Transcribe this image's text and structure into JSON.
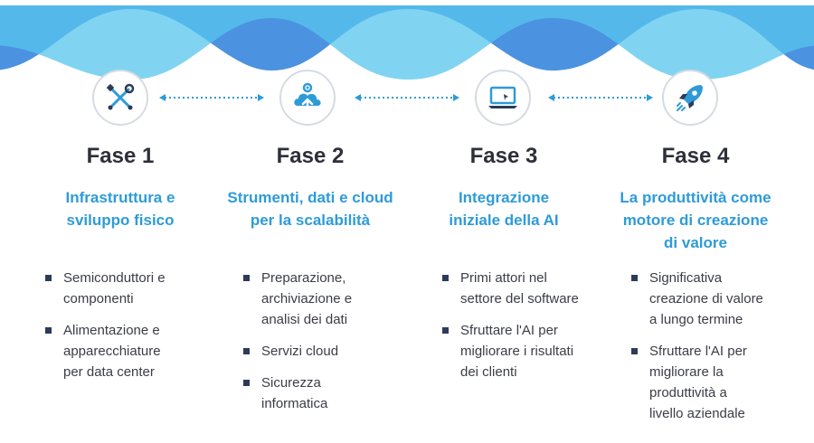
{
  "phases": [
    {
      "icon": "tools-icon",
      "title": "Fase 1",
      "subtitle_lines": [
        "Infrastruttura e",
        "sviluppo fisico"
      ],
      "bullets": [
        [
          "Semiconduttori e",
          "componenti"
        ],
        [
          "Alimentazione e",
          "apparecchiature",
          "per data center"
        ]
      ]
    },
    {
      "icon": "cloud-upload-gear-icon",
      "title": "Fase 2",
      "subtitle_lines": [
        "Strumenti, dati e cloud",
        "per la scalabilità"
      ],
      "bullets": [
        [
          "Preparazione,",
          "archiviazione e",
          "analisi dei dati"
        ],
        [
          "Servizi cloud"
        ],
        [
          "Sicurezza",
          "informatica"
        ]
      ]
    },
    {
      "icon": "laptop-icon",
      "title": "Fase 3",
      "subtitle_lines": [
        "Integrazione",
        "iniziale della AI"
      ],
      "bullets": [
        [
          "Primi attori nel",
          "settore del software"
        ],
        [
          "Sfruttare l'AI per",
          "migliorare i risultati",
          "dei clienti"
        ]
      ]
    },
    {
      "icon": "rocket-icon",
      "title": "Fase 4",
      "subtitle_lines": [
        "La produttività come",
        "motore di creazione",
        "di valore"
      ],
      "bullets": [
        [
          "Significativa",
          "creazione di valore",
          "a lungo termine"
        ],
        [
          "Sfruttare l'AI per",
          "migliorare la",
          "produttività a",
          "livello aziendale"
        ]
      ]
    }
  ],
  "colors": {
    "accent": "#2e9bd8",
    "wave_dark": "#1e64c8",
    "wave_light": "#55c8ec",
    "title": "#2d2f3a",
    "bullet_square": "#2c3b57"
  }
}
